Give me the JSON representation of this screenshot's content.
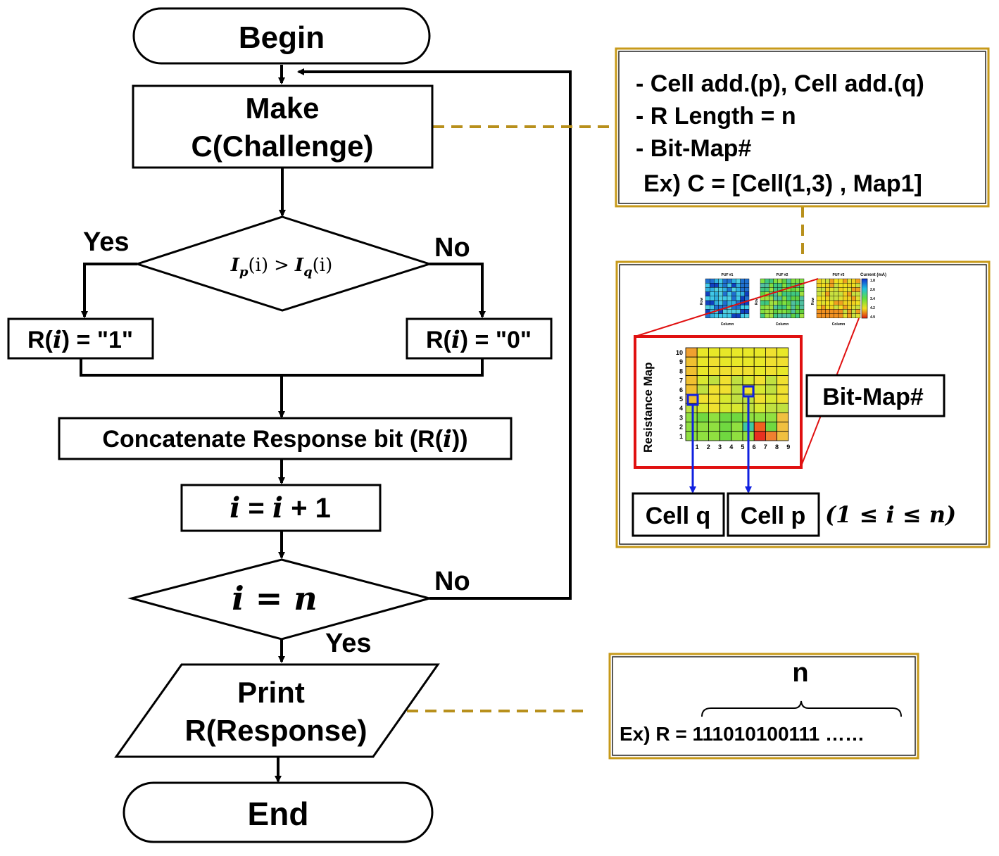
{
  "flow": {
    "begin": "Begin",
    "make_line1": "Make",
    "make_line2": "C(Challenge)",
    "yes_label_1": "Yes",
    "no_label_1": "No",
    "compare_ip": "I",
    "compare_p": "p",
    "compare_paren_i": "(i)",
    "compare_gt": ">",
    "compare_iq": "I",
    "compare_q": "q",
    "compare_paren_i2": "(i)",
    "r1_prefix": "R(",
    "r1_var": "i",
    "r1_suffix": ") = \"1\"",
    "r0_prefix": "R(",
    "r0_var": "i",
    "r0_suffix": ") = \"0\"",
    "concat_prefix": "Concatenate Response bit (R(",
    "concat_var": "i",
    "concat_suffix": "))",
    "inc_var1": "i",
    "inc_mid": " = ",
    "inc_var2": "i",
    "inc_suffix": " + 1",
    "cond_i": "i",
    "cond_eq": " = ",
    "cond_n": "n",
    "no_label_2": "No",
    "yes_label_2": "Yes",
    "print_line1": "Print",
    "print_line2": "R(Response)",
    "end": "End"
  },
  "challenge_box": {
    "line1": "- Cell add.(p), Cell add.(q)",
    "line2": "- R Length = n",
    "line3": "- Bit-Map#",
    "line4": "Ex) C = [Cell(1,3) , Map1]"
  },
  "map_panel": {
    "small_maps": [
      {
        "title": "PUF #1",
        "xlabel": "Column",
        "ylabel": "Row"
      },
      {
        "title": "PUF #2",
        "xlabel": "Column",
        "ylabel": "Row"
      },
      {
        "title": "PUF #3",
        "xlabel": "Column",
        "ylabel": "Row"
      }
    ],
    "colorbar_title": "Current (mA)",
    "colorbar_ticks": [
      "1.8",
      "2.6",
      "3.4",
      "4.2",
      "4.9"
    ],
    "big_map_ylabel": "Resistance Map",
    "big_rows": [
      "10",
      "9",
      "8",
      "7",
      "6",
      "5",
      "4",
      "3",
      "2",
      "1"
    ],
    "big_cols": [
      "1",
      "2",
      "3",
      "4",
      "5",
      "6",
      "7",
      "8",
      "9"
    ],
    "bitmap_label": "Bit-Map#",
    "cell_q": "Cell q",
    "cell_p": "Cell p",
    "range_text": "(1 ≤ i ≤ n)"
  },
  "response_box": {
    "n_label": "n",
    "example": "Ex) R = 111010100111 ……"
  },
  "colors": {
    "line": "#000000",
    "dash": "#b8901c",
    "gold_border": "#c79a1a",
    "red_frame": "#e01010",
    "blue_marker": "#1020e0"
  }
}
